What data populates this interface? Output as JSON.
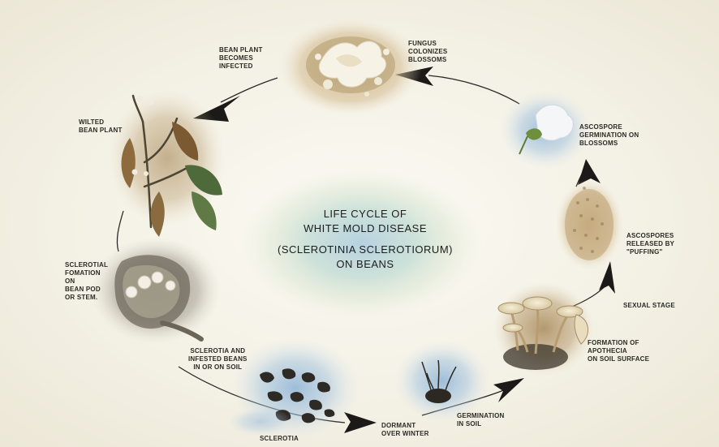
{
  "diagram": {
    "title_line_1": "LIFE CYCLE OF",
    "title_line_2": "WHITE MOLD DISEASE",
    "subtitle_line_1": "(SCLEROTINIA SCLEROTIORUM)",
    "subtitle_line_2": "ON BEANS"
  },
  "stages": {
    "bean_plant_infected": "BEAN PLANT\nBECOMES\nINFECTED",
    "fungus_colonizes": "FUNGUS\nCOLONIZES\nBLOSSOMS",
    "ascospore_germination": "ASCOSPORE\nGERMINATION ON\nBLOSSOMS",
    "ascospores_released": "ASCOSPORES\nRELEASED BY\n\"PUFFING\"",
    "sexual_stage": "SEXUAL STAGE",
    "apothecia_formation": "FORMATION OF\nAPOTHECIA\nON SOIL SURFACE",
    "germination_in_soil": "GERMINATION\nIN SOIL",
    "dormant_over_winter": "DORMANT\nOVER WINTER",
    "sclerotia": "SCLEROTIA",
    "sclerotia_infested_beans": "SCLEROTIA AND\nINFESTED BEANS\nIN OR ON SOIL",
    "sclerotial_formation": "SCLEROTIAL\nFOMATION\nON\nBEAN POD\nOR STEM.",
    "wilted_bean_plant": "WILTED\nBEAN PLANT"
  }
}
